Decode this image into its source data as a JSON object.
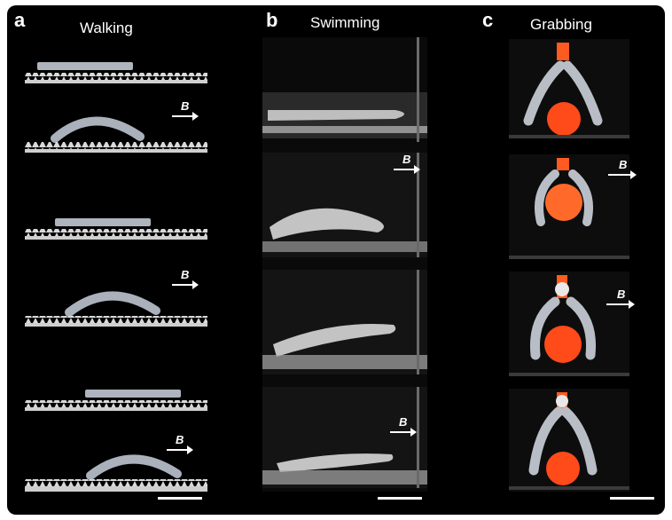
{
  "panels": [
    {
      "letter": "a",
      "title": "Walking"
    },
    {
      "letter": "b",
      "title": "Swimming"
    },
    {
      "letter": "c",
      "title": "Grabbing"
    }
  ],
  "field_label": "B",
  "colors": {
    "background": "#000000",
    "robot": "#b9bec6",
    "ball": "#ff4a1a",
    "substrate": "#d8d8d8"
  }
}
